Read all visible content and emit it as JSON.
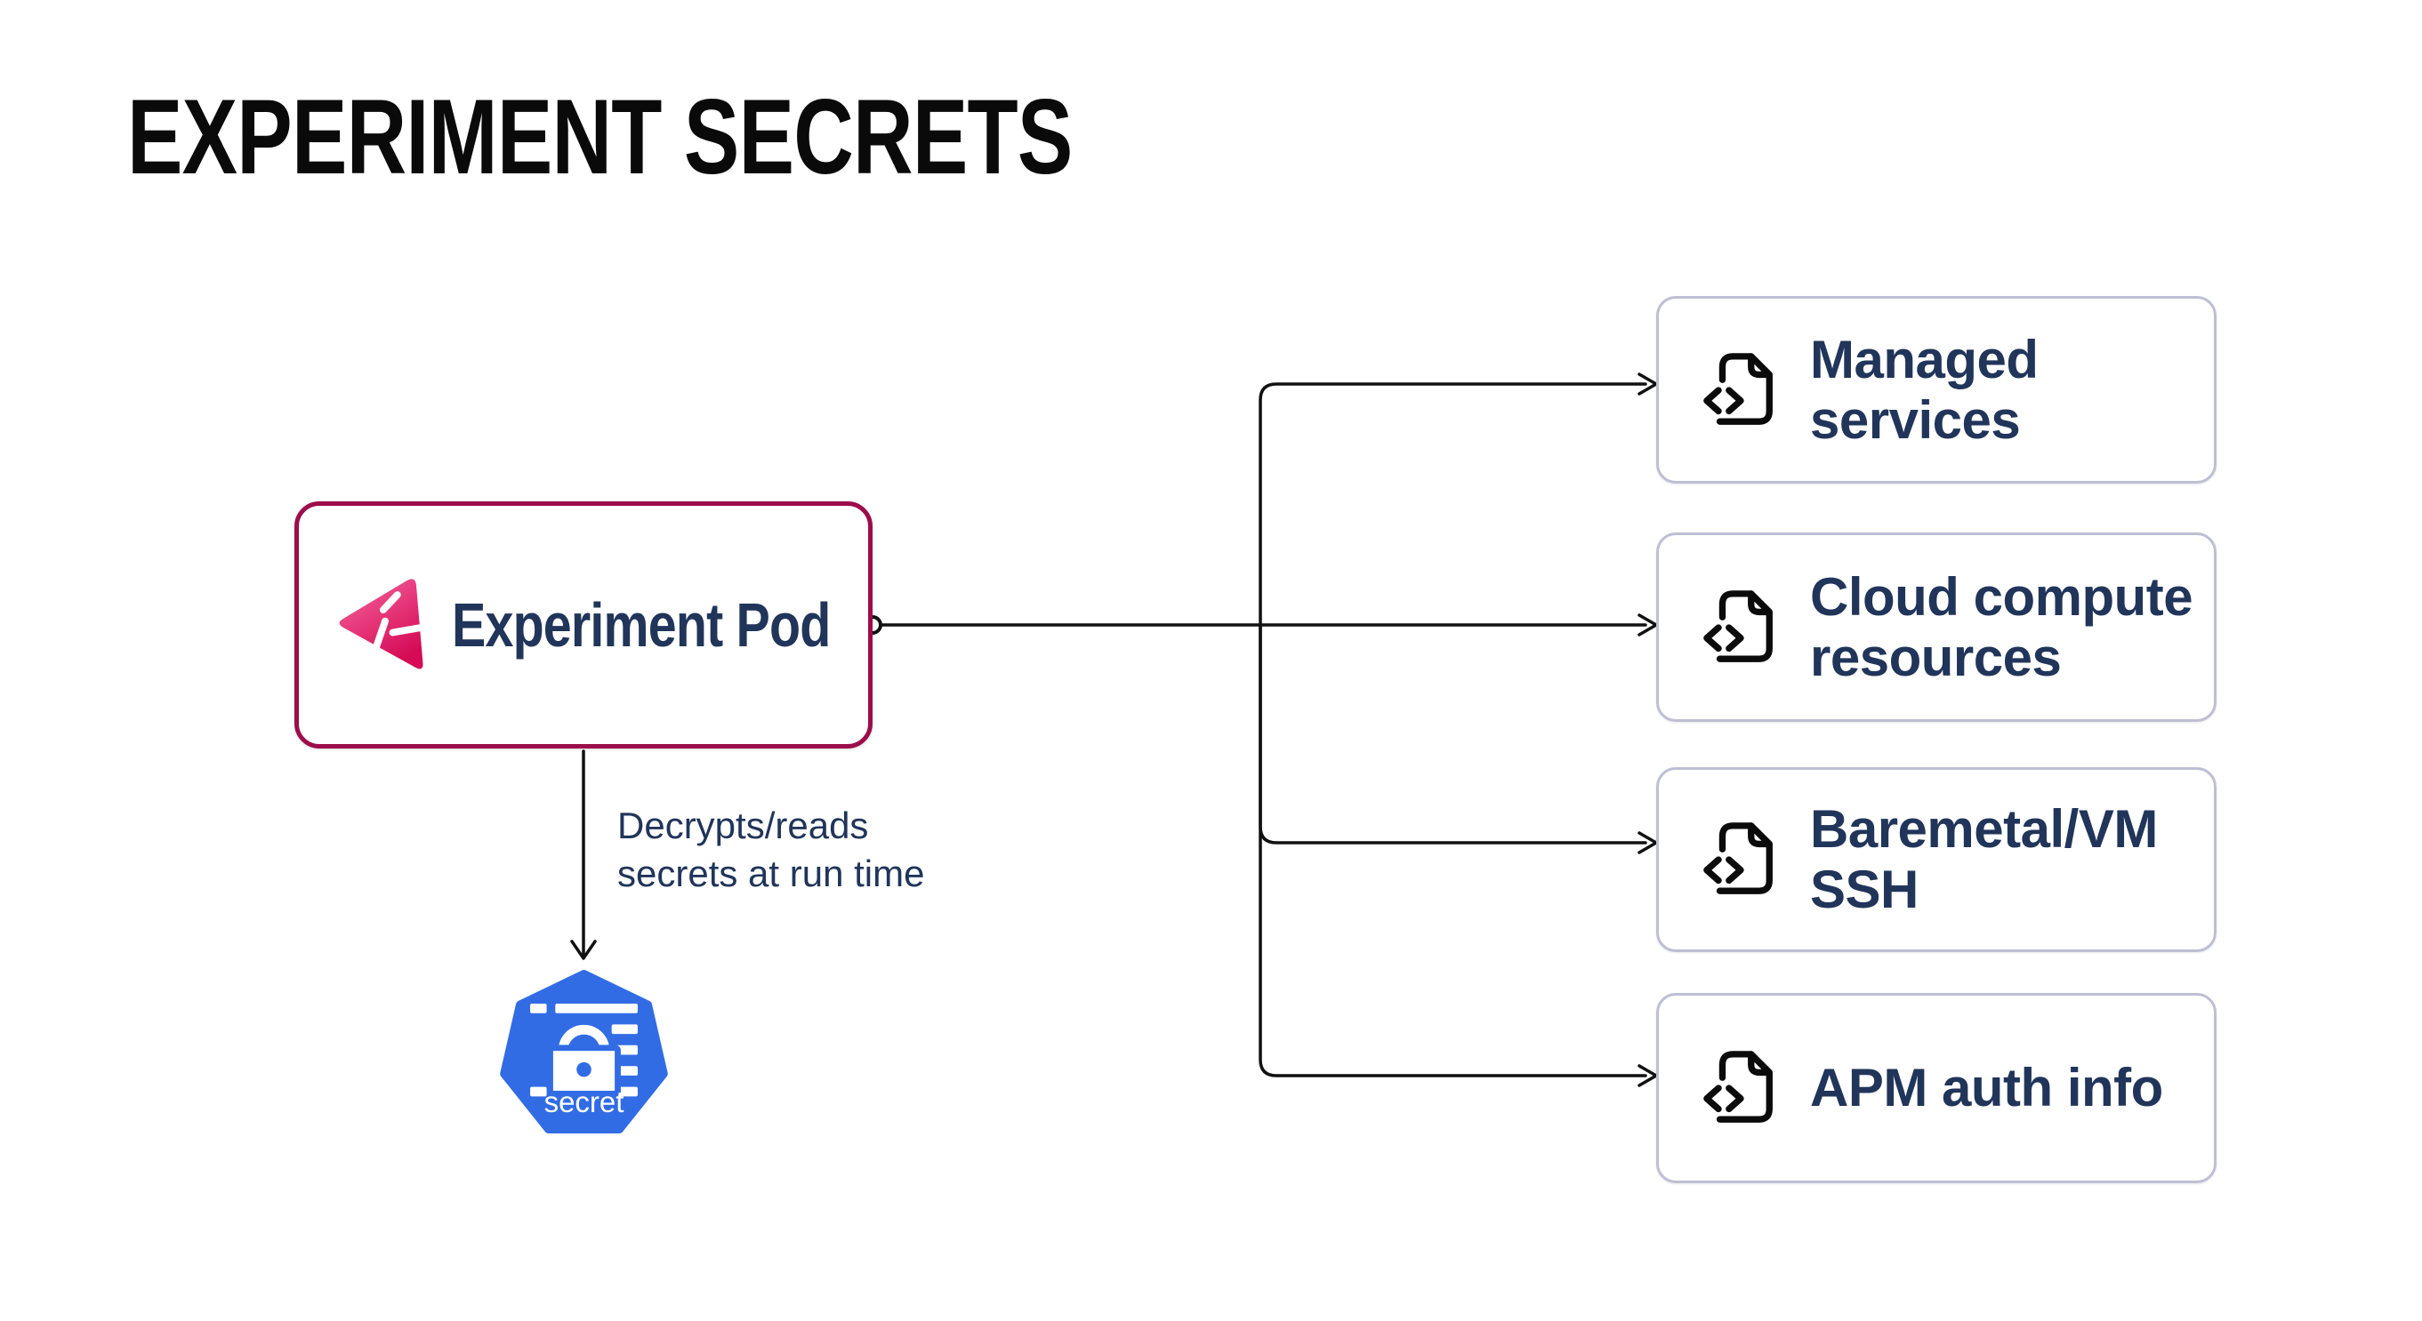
{
  "title": "EXPERIMENT SECRETS",
  "colors": {
    "line": "#111111",
    "navy_text": "#21355A",
    "pod_border": "#9C0D4B",
    "target_border": "#BEBFD4",
    "kubernetes_blue": "#326CE5",
    "litmus_pink_light": "#F7679F",
    "litmus_pink_dark": "#D50B56"
  },
  "pod": {
    "label": "Experiment Pod",
    "icon": "litmus-chaos-logo-icon"
  },
  "edge": {
    "label_lines": [
      "Decrypts/reads",
      "secrets at run time"
    ]
  },
  "secret_node": {
    "label": "secret",
    "icon": "kubernetes-secret-icon"
  },
  "targets": [
    {
      "icon": "file-code-icon",
      "lines": [
        "Managed",
        "services"
      ]
    },
    {
      "icon": "file-code-icon",
      "lines": [
        "Cloud compute",
        "resources"
      ]
    },
    {
      "icon": "file-code-icon",
      "lines": [
        "Baremetal/VM",
        "SSH"
      ]
    },
    {
      "icon": "file-code-icon",
      "lines": [
        "APM auth info"
      ]
    }
  ]
}
